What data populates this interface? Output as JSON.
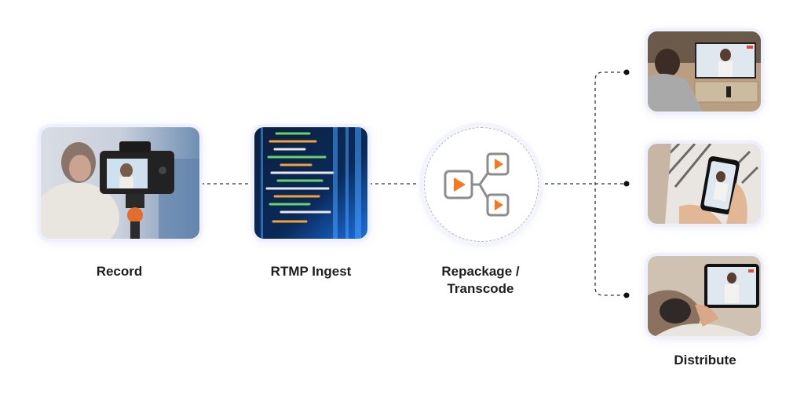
{
  "stages": {
    "record": {
      "label": "Record"
    },
    "ingest": {
      "label": "RTMP Ingest"
    },
    "repackage": {
      "label_line1": "Repackage /",
      "label_line2": "Transcode"
    },
    "distribute": {
      "label": "Distribute"
    }
  },
  "colors": {
    "accent": "#f47a1f",
    "connector": "#333333",
    "card_glow": "#eef0fb",
    "code_green": "#7dd36b",
    "code_blue": "#1e6fe0"
  },
  "icons": {
    "hub": "repackage-play-icons"
  }
}
